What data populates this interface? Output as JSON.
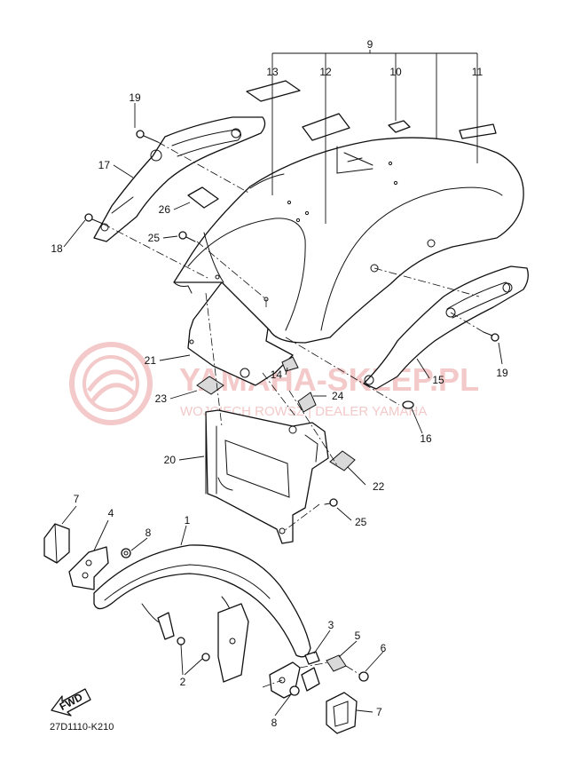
{
  "watermark": {
    "brand": "YAMAHA-SKLEP.PL",
    "tagline": "WOJCIECH ROWSZ | DEALER YAMAHA",
    "color": "#e8a0a0"
  },
  "diagram": {
    "code": "27D1110-K210",
    "direction_label": "FWD",
    "callouts": {
      "p1": "1",
      "p2": "2",
      "p3": "3",
      "p4": "4",
      "p5": "5",
      "p6": "6",
      "p7a": "7",
      "p7b": "7",
      "p8a": "8",
      "p8b": "8",
      "p9": "9",
      "p10": "10",
      "p11": "11",
      "p12": "12",
      "p13": "13",
      "p14": "14",
      "p15": "15",
      "p16": "16",
      "p17": "17",
      "p18": "18",
      "p19a": "19",
      "p19b": "19",
      "p20": "20",
      "p21": "21",
      "p22": "22",
      "p23": "23",
      "p24": "24",
      "p25a": "25",
      "p25b": "25",
      "p26": "26"
    }
  }
}
